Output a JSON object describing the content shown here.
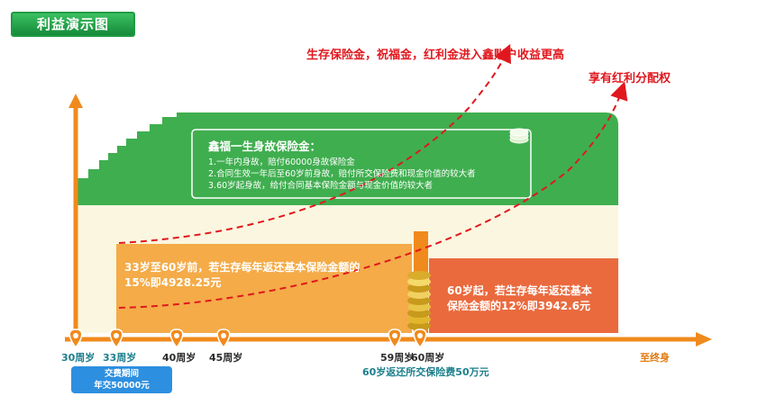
{
  "title": "利益演示图",
  "banner_top": "生存保险金，祝福金，红利金进入鑫账户收益更高",
  "banner_dividend": "享有红利分配权",
  "death_benefit": {
    "title": "鑫福一生身故保险金：",
    "lines": [
      "1.一年内身故，赔付60000身故保险金",
      "2.合同生效一年后至60岁前身故，赔付所交保险费和现金价值的较大者",
      "3.60岁起身故，给付合同基本保险金额与现金价值的较大者"
    ]
  },
  "survival_before_60": {
    "line1": "33岁至60岁前，若生存每年返还基本保险金额的",
    "line2": "15%即4928.25元"
  },
  "survival_after_60": {
    "line1": "60岁起，若生存每年返还基本",
    "line2": "保险金额的12%即3942.6元"
  },
  "timeline": {
    "ages": [
      "30周岁",
      "33周岁",
      "40周岁",
      "45周岁",
      "59周岁",
      "60周岁"
    ],
    "end_label": "至终身",
    "refund_note": "60岁返还所交保险费50万元"
  },
  "payment_period": {
    "line1": "交费期间",
    "line2": "年交50000元"
  },
  "colors": {
    "green": "#3fae4f",
    "orange": "#f4ab48",
    "red_orange": "#ea6a3e",
    "axis_orange": "#f08a1c",
    "dash_red": "#e0181e",
    "pay_blue": "#2d8fe0"
  }
}
